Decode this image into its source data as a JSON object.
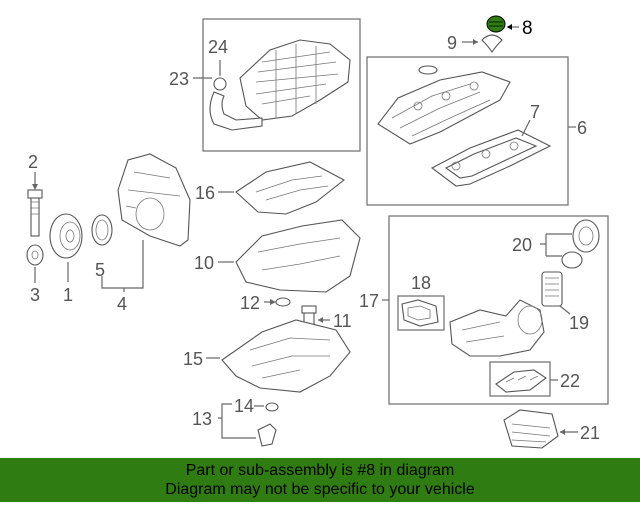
{
  "callouts": {
    "c1": "1",
    "c2": "2",
    "c3": "3",
    "c4": "4",
    "c5": "5",
    "c6": "6",
    "c7": "7",
    "c8": "8",
    "c9": "9",
    "c10": "10",
    "c11": "11",
    "c12": "12",
    "c13": "13",
    "c14": "14",
    "c15": "15",
    "c16": "16",
    "c17": "17",
    "c18": "18",
    "c19": "19",
    "c20": "20",
    "c21": "21",
    "c22": "22",
    "c23": "23",
    "c24": "24"
  },
  "highlight_color": "#2f7d12",
  "banner": {
    "line1": "Part or sub-assembly is #8 in diagram",
    "line2": "Diagram may not be specific to your vehicle"
  }
}
